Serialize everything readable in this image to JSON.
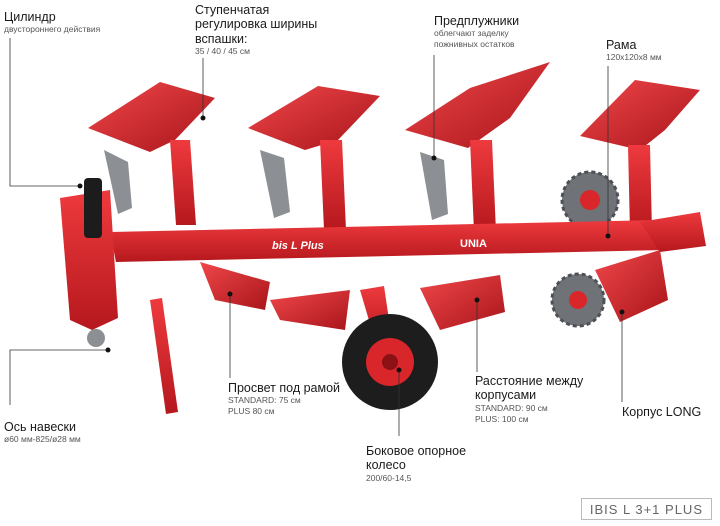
{
  "labels": {
    "cylinder": {
      "title": "Цилиндр",
      "sub": "двустороннего действия"
    },
    "width": {
      "title1": "Ступенчатая",
      "title2": "регулировка ширины",
      "title3": "вспашки:",
      "sub": "35 / 40 / 45 см"
    },
    "skimmers": {
      "title": "Предплужники",
      "sub1": "облегчают заделку",
      "sub2": "пожнивных остатков"
    },
    "frame": {
      "title": "Рама",
      "sub": "120x120x8 мм"
    },
    "clearance": {
      "title": "Просвет под рамой",
      "sub1": "STANDARD: 75 см",
      "sub2": "PLUS 80 см"
    },
    "spacing": {
      "title1": "Расстояние между",
      "title2": "корпусами",
      "sub1": "STANDARD: 90 см",
      "sub2": "PLUS: 100 см"
    },
    "body": {
      "title": "Корпус LONG"
    },
    "axle": {
      "title": "Ось навески",
      "sub": "ø60 мм-825/ø28 мм"
    },
    "wheel": {
      "title1": "Боковое опорное",
      "title2": "колесо",
      "sub": "200/60-14,5"
    }
  },
  "machine": {
    "frame_text": "bis L Plus",
    "maker_text": "UNIA"
  },
  "brand": "IBIS L 3+1 PLUS",
  "colors": {
    "red": "#d8262b",
    "dark_red": "#a5161b",
    "grey": "#8c8f94"
  }
}
